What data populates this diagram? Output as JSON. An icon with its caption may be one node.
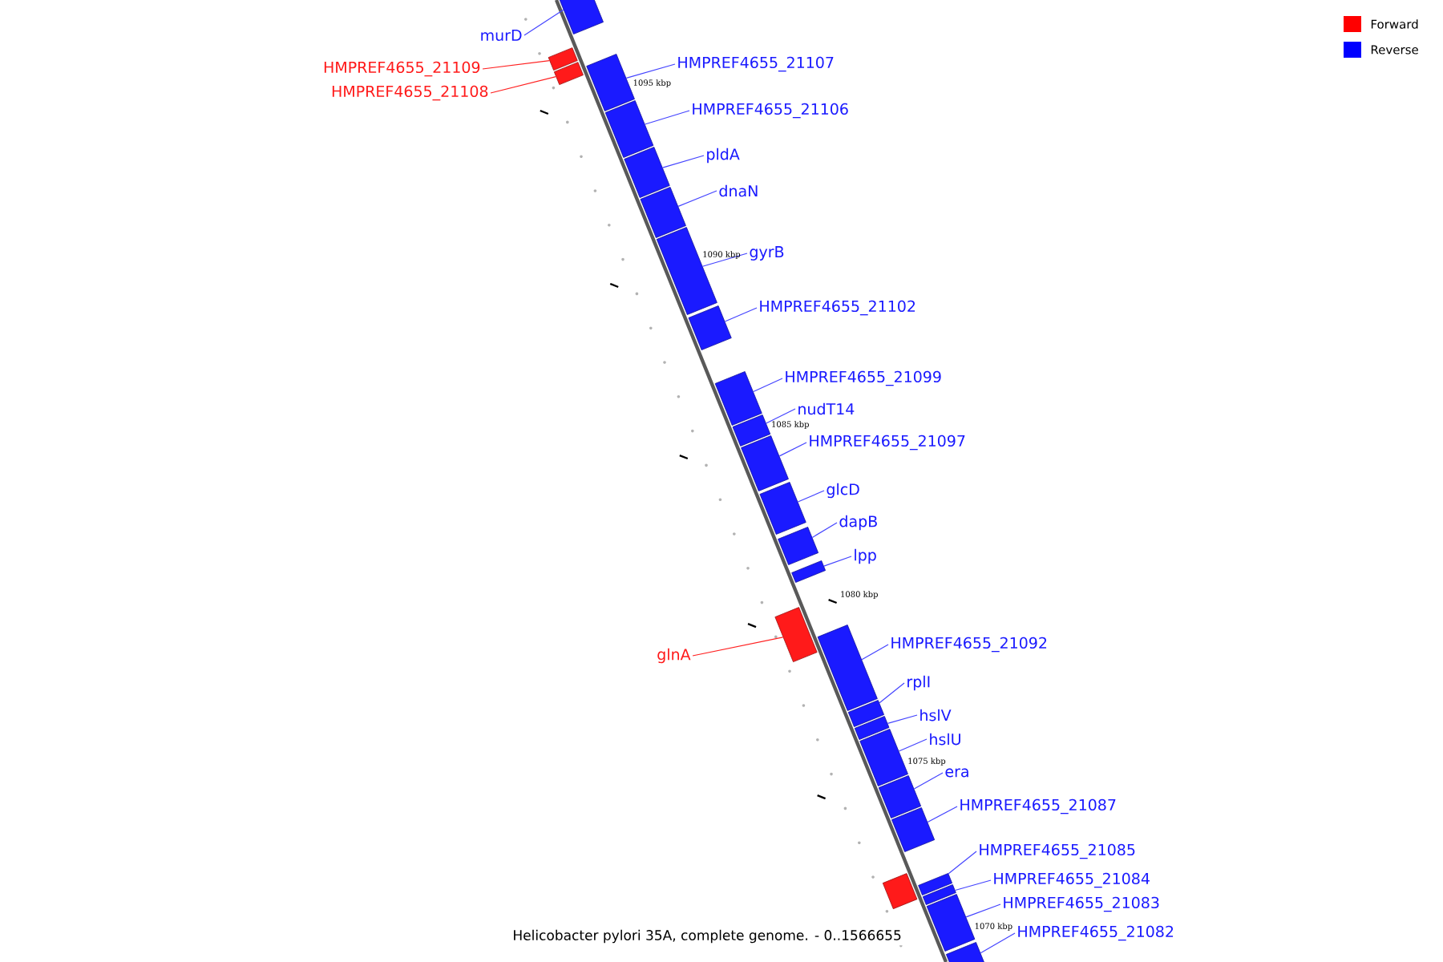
{
  "diagram": {
    "caption": "Helicobacter pylori 35A, complete genome. - 0..1566655",
    "nodes": [
      {
        "text": [
          "murD"
        ]
      },
      {
        "text": [],
        "shape": "box"
      },
      {
        "text": [
          "HMPREF4655_21109"
        ]
      },
      {
        "text": [],
        "shape": "box"
      },
      {
        "text": [
          "HMPREF4655_21108"
        ]
      },
      {
        "text": [],
        "shape": "box"
      },
      {
        "text": [
          "HMPREF4655_21107"
        ]
      },
      {
        "text": [],
        "shape": "box"
      },
      {
        "text": [
          "HMPREF4655_21106"
        ]
      },
      {
        "text": [],
        "shape": "box"
      },
      {
        "text": [
          "pldA"
        ]
      },
      {
        "text": [],
        "shape": "box"
      },
      {
        "text": [
          "dnaN"
        ]
      },
      {
        "text": [],
        "shape": "box"
      },
      {
        "text": [
          "gyrB"
        ]
      },
      {
        "text": [],
        "shape": "box"
      },
      {
        "text": [
          "HMPREF4655_21102"
        ]
      },
      {
        "text": [],
        "shape": "box"
      },
      {
        "text": [
          "HMPREF4655_21099"
        ]
      },
      {
        "text": [],
        "shape": "box"
      },
      {
        "text": [
          "nudT14"
        ]
      },
      {
        "text": [],
        "shape": "box"
      },
      {
        "text": [
          "HMPREF4655_21097"
        ]
      },
      {
        "text": [],
        "shape": "box"
      },
      {
        "text": [
          "glcD"
        ]
      },
      {
        "text": [],
        "shape": "box"
      },
      {
        "text": [
          "dapB"
        ]
      },
      {
        "text": [],
        "shape": "box"
      },
      {
        "text": [
          "lpp"
        ]
      },
      {
        "text": [],
        "shape": "box"
      },
      {
        "text": [
          "glnA"
        ]
      },
      {
        "text": [],
        "shape": "box"
      },
      {
        "text": [
          "HMPREF4655_21092"
        ]
      },
      {
        "text": [],
        "shape": "box"
      },
      {
        "text": [
          "rplI"
        ]
      },
      {
        "text": [],
        "shape": "box"
      },
      {
        "text": [
          "hslV"
        ]
      },
      {
        "text": [],
        "shape": "box"
      },
      {
        "text": [
          "hslU"
        ]
      },
      {
        "text": [],
        "shape": "box"
      },
      {
        "text": [
          "era"
        ]
      },
      {
        "text": [],
        "shape": "box"
      },
      {
        "text": [
          "HMPREF4655_21087"
        ]
      },
      {
        "text": [],
        "shape": "box"
      },
      {
        "text": [
          "HMPREF4655_21085"
        ]
      },
      {
        "text": [],
        "shape": "box"
      },
      {
        "text": [
          "HMPREF4655_21084"
        ]
      },
      {
        "text": [],
        "shape": "box"
      },
      {
        "text": [
          "HMPREF4655_21083"
        ]
      },
      {
        "text": [],
        "shape": "box"
      },
      {
        "text": [
          "HMPREF4655_21082"
        ]
      },
      {
        "text": [],
        "shape": "box"
      },
      {
        "text": [],
        "shape": "box"
      }
    ],
    "edges": [
      {
        "from": 0,
        "to": 1,
        "arrow": "none"
      },
      {
        "from": 2,
        "to": 3,
        "arrow": "none",
        "color": "#ff2020"
      },
      {
        "from": 4,
        "to": 5,
        "arrow": "none",
        "color": "#ff2020"
      },
      {
        "from": 6,
        "to": 7,
        "arrow": "none"
      },
      {
        "from": 8,
        "to": 9,
        "arrow": "none"
      },
      {
        "from": 10,
        "to": 11,
        "arrow": "none"
      },
      {
        "from": 12,
        "to": 13,
        "arrow": "none"
      },
      {
        "from": 14,
        "to": 15,
        "arrow": "none"
      },
      {
        "from": 16,
        "to": 17,
        "arrow": "none"
      },
      {
        "from": 18,
        "to": 19,
        "arrow": "none"
      },
      {
        "from": 20,
        "to": 21,
        "arrow": "none"
      },
      {
        "from": 22,
        "to": 23,
        "arrow": "none"
      },
      {
        "from": 24,
        "to": 25,
        "arrow": "none"
      },
      {
        "from": 26,
        "to": 27,
        "arrow": "none"
      },
      {
        "from": 28,
        "to": 29,
        "arrow": "none"
      },
      {
        "from": 30,
        "to": 31,
        "arrow": "none",
        "color": "#ff2020"
      },
      {
        "from": 32,
        "to": 33,
        "arrow": "none"
      },
      {
        "from": 34,
        "to": 35,
        "arrow": "none"
      },
      {
        "from": 36,
        "to": 37,
        "arrow": "none"
      },
      {
        "from": 38,
        "to": 39,
        "arrow": "none"
      },
      {
        "from": 40,
        "to": 41,
        "arrow": "none"
      },
      {
        "from": 42,
        "to": 43,
        "arrow": "none"
      },
      {
        "from": 44,
        "to": 45,
        "arrow": "none"
      },
      {
        "from": 46,
        "to": 47,
        "arrow": "none"
      },
      {
        "from": 48,
        "to": 49,
        "arrow": "none"
      },
      {
        "from": 50,
        "to": 51,
        "arrow": "none"
      }
    ],
    "labels": [
      "1095 kbp",
      "1090 kbp",
      "1085 kbp",
      "1080 kbp",
      "1075 kbp",
      "1070 kbp"
    ],
    "legend": [
      {
        "text": "Forward",
        "color": "#ff0000"
      },
      {
        "text": "Reverse",
        "color": "#0000ff"
      }
    ]
  }
}
